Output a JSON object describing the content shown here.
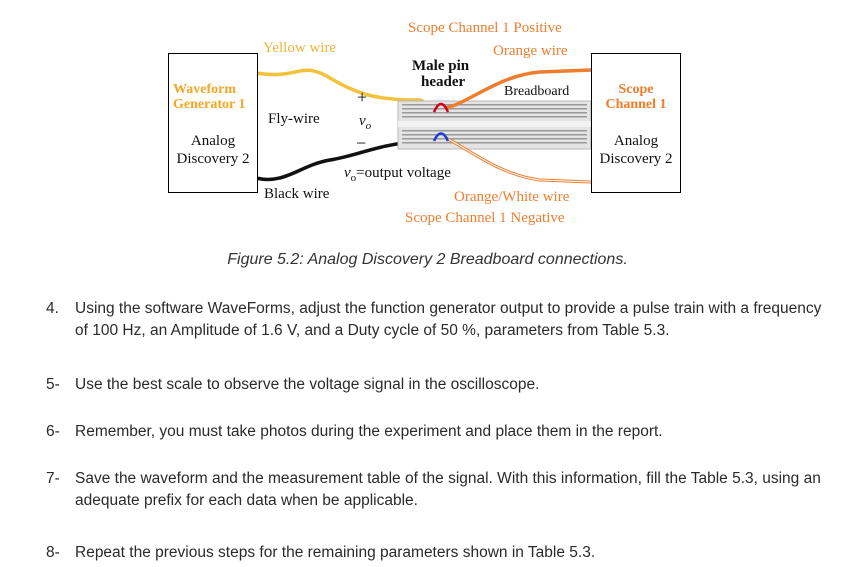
{
  "figure": {
    "generator_box": {
      "title": "Waveform Generator 1",
      "title_line1": "Waveform",
      "title_line2": "Generator 1",
      "device_line1": "Analog",
      "device_line2": "Discovery 2"
    },
    "scope_box": {
      "title_line1": "Scope",
      "title_line2": "Channel 1",
      "device_line1": "Analog",
      "device_line2": "Discovery 2"
    },
    "labels": {
      "yellow_wire": "Yellow wire",
      "black_wire": "Black wire",
      "fly_wire": "Fly-wire",
      "plus": "+",
      "minus": "−",
      "vo": "v",
      "vo_sub": "o",
      "vo_output_prefix": "v",
      "vo_output_sub": "o",
      "vo_output_text": "=output voltage",
      "male_pin_line1": "Male pin",
      "male_pin_line2": "header",
      "breadboard": "Breadboard",
      "scope_ch1_positive": "Scope Channel 1 Positive",
      "orange_wire": "Orange wire",
      "orange_white_wire": "Orange/White wire",
      "scope_ch1_negative": "Scope Channel 1 Negative"
    },
    "colors": {
      "yellow": "#f2b23a",
      "orange": "#ef7d2e",
      "black": "#111111",
      "red": "#d0021b",
      "blue": "#1f3fd1"
    }
  },
  "caption": "Figure 5.2: Analog Discovery 2 Breadboard connections.",
  "steps": [
    {
      "num": "4.",
      "text": "Using the software WaveForms, adjust the function generator output to provide a pulse train with a frequency of 100 Hz, an Amplitude of 1.6 V, and a Duty cycle of 50 %, parameters from Table 5.3."
    },
    {
      "num": "5-",
      "text": "Use the best scale to observe the voltage signal in the oscilloscope."
    },
    {
      "num": "6-",
      "text": "Remember, you must take photos during the experiment and place them in the report."
    },
    {
      "num": "7-",
      "text": "Save the waveform and the measurement table of the signal. With this information, fill the Table 5.3, using an adequate prefix for each data when be applicable."
    },
    {
      "num": "8-",
      "text": "Repeat the previous steps for the remaining parameters shown in Table 5.3."
    }
  ]
}
